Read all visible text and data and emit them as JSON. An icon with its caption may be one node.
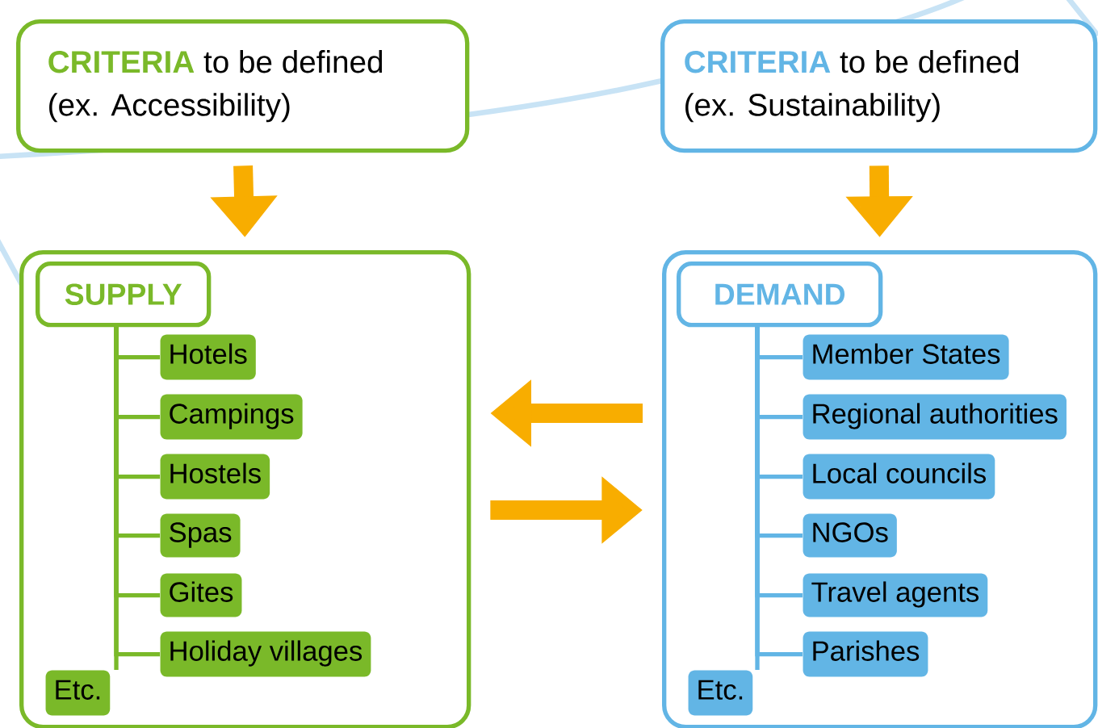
{
  "diagram": {
    "nodes": [
      {
        "text": [
          "**CRITERIA** to be defined (ex. Accessibility)"
        ]
      },
      {
        "text": [
          "**CRITERIA** to be defined (ex. Sustainability)"
        ]
      },
      {
        "text": [],
        "shape": "box"
      },
      {
        "text": [
          "SUPPLY"
        ],
        "in": 2
      },
      {
        "text": [
          "Hotels"
        ],
        "in": 2
      },
      {
        "text": [
          "Campings"
        ],
        "in": 2
      },
      {
        "text": [
          "Hostels"
        ],
        "in": 2
      },
      {
        "text": [
          "Spas"
        ],
        "in": 2
      },
      {
        "text": [
          "Gites"
        ],
        "in": 2
      },
      {
        "text": [
          "Holiday villages"
        ],
        "in": 2
      },
      {
        "text": [
          "Etc."
        ],
        "in": 2
      },
      {
        "text": [],
        "shape": "box"
      },
      {
        "text": [
          "DEMAND"
        ],
        "in": 11
      },
      {
        "text": [
          "Member States"
        ],
        "in": 11
      },
      {
        "text": [
          "Regional authorities"
        ],
        "in": 11
      },
      {
        "text": [
          "Local councils"
        ],
        "in": 11
      },
      {
        "text": [
          "NGOs"
        ],
        "in": 11
      },
      {
        "text": [
          "Travel agents"
        ],
        "in": 11
      },
      {
        "text": [
          "Parishes"
        ],
        "in": 11
      },
      {
        "text": [
          "Etc."
        ],
        "in": 11
      }
    ],
    "edges": [
      {
        "from": 0,
        "to": 2,
        "arrow": "to",
        "style": "thick",
        "color": "#f8ad00"
      },
      {
        "from": 1,
        "to": 11,
        "arrow": "to",
        "style": "thick",
        "color": "#f8ad00"
      },
      {
        "from": 11,
        "to": 2,
        "arrow": "to",
        "style": "thick",
        "color": "#f8ad00"
      },
      {
        "from": 2,
        "to": 11,
        "arrow": "to",
        "style": "thick",
        "color": "#f8ad00"
      },
      {
        "from": 3,
        "to": 4,
        "arrow": "none",
        "color": "#7ab929"
      },
      {
        "from": 3,
        "to": 5,
        "arrow": "none",
        "color": "#7ab929"
      },
      {
        "from": 3,
        "to": 6,
        "arrow": "none",
        "color": "#7ab929"
      },
      {
        "from": 3,
        "to": 7,
        "arrow": "none",
        "color": "#7ab929"
      },
      {
        "from": 3,
        "to": 8,
        "arrow": "none",
        "color": "#7ab929"
      },
      {
        "from": 3,
        "to": 9,
        "arrow": "none",
        "color": "#7ab929"
      },
      {
        "from": 3,
        "to": 10,
        "arrow": "none",
        "color": "#7ab929"
      },
      {
        "from": 12,
        "to": 13,
        "arrow": "none",
        "color": "#62b5e5"
      },
      {
        "from": 12,
        "to": 14,
        "arrow": "none",
        "color": "#62b5e5"
      },
      {
        "from": 12,
        "to": 15,
        "arrow": "none",
        "color": "#62b5e5"
      },
      {
        "from": 12,
        "to": 16,
        "arrow": "none",
        "color": "#62b5e5"
      },
      {
        "from": 12,
        "to": 17,
        "arrow": "none",
        "color": "#62b5e5"
      },
      {
        "from": 12,
        "to": 18,
        "arrow": "none",
        "color": "#62b5e5"
      },
      {
        "from": 12,
        "to": 19,
        "arrow": "none",
        "color": "#62b5e5"
      }
    ]
  }
}
